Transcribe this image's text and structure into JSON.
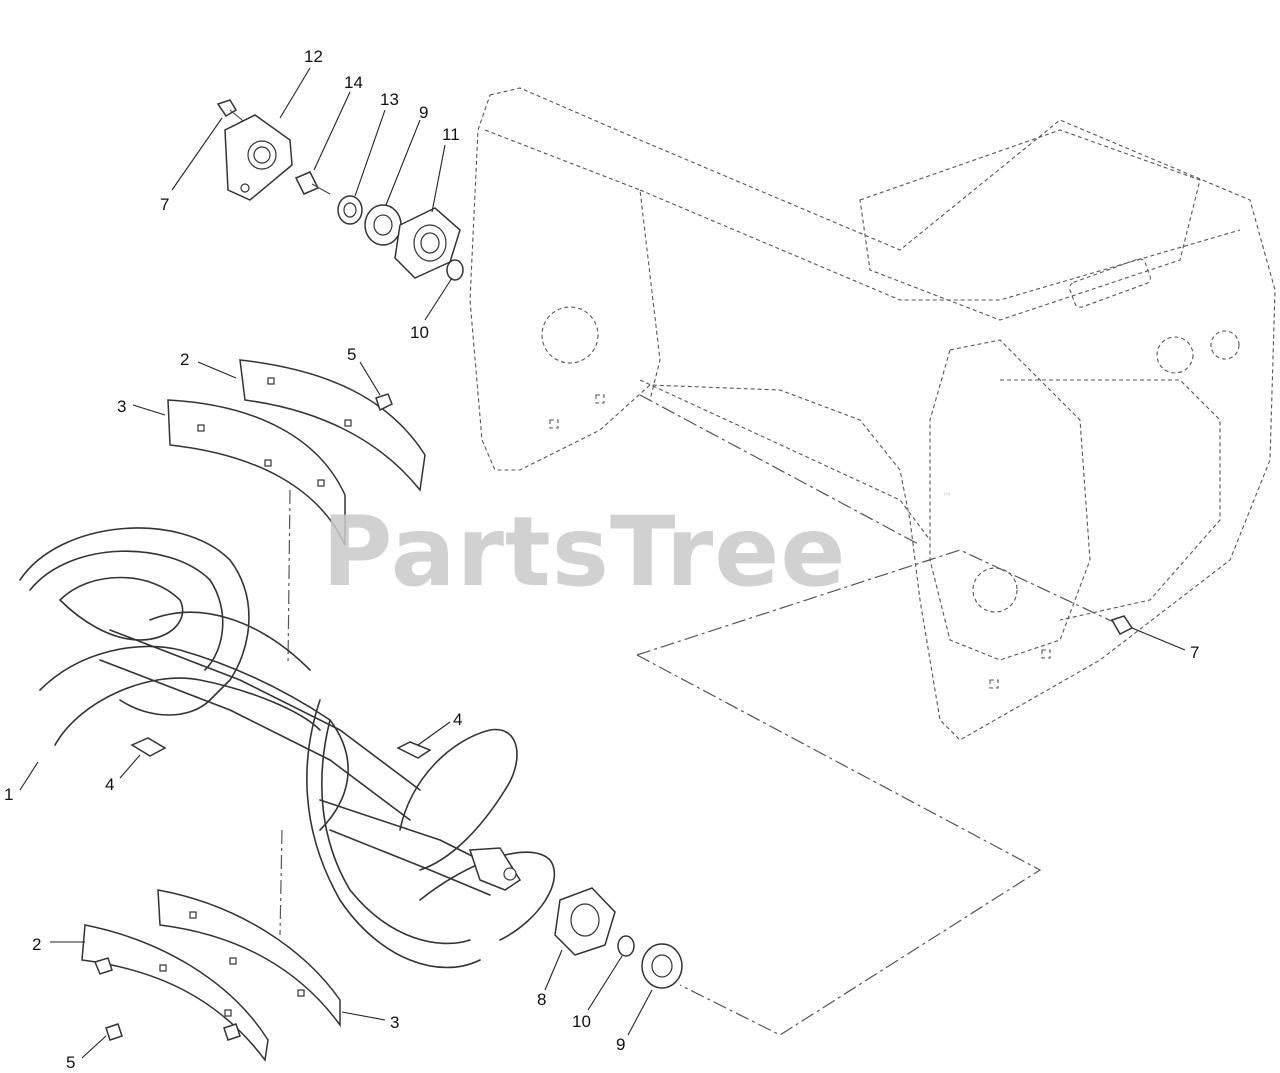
{
  "watermark": {
    "text": "PartsTree",
    "mark": "™"
  },
  "callouts": {
    "c1": "1",
    "c2a": "2",
    "c2b": "2",
    "c3a": "3",
    "c3b": "3",
    "c4a": "4",
    "c4b": "4",
    "c5a": "5",
    "c5b": "5",
    "c7a": "7",
    "c7b": "7",
    "c8": "8",
    "c9a": "9",
    "c9b": "9",
    "c10a": "10",
    "c10b": "10",
    "c11": "11",
    "c12": "12",
    "c13": "13",
    "c14": "14"
  }
}
